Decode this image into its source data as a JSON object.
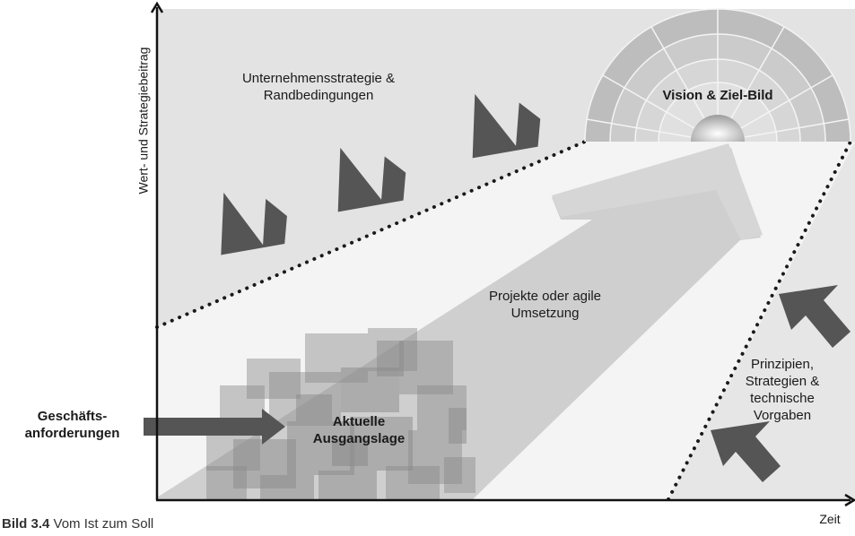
{
  "axes": {
    "y_label": "Wert- und Strategiebeitrag",
    "x_label": "Zeit"
  },
  "labels": {
    "strategy": "Unternehmensstrategie & Randbedingungen",
    "vision": "Vision & Ziel-Bild",
    "projects": "Projekte oder agile Umsetzung",
    "principles": "Prinzipien, Strategien & technische Vorgaben",
    "business_req": "Geschäfts-anforderungen",
    "current_state": "Aktuelle Ausgangslage"
  },
  "caption": {
    "number": "Bild 3.4",
    "text": "Vom Ist zum Soll"
  },
  "colors": {
    "top_region": "#e3e3e3",
    "middle_region": "#f4f4f4",
    "right_region": "#e6e6e6",
    "big_arrow": "#cfcfcf",
    "dark_arrow": "#555555",
    "dots": "#1a1a1a"
  }
}
